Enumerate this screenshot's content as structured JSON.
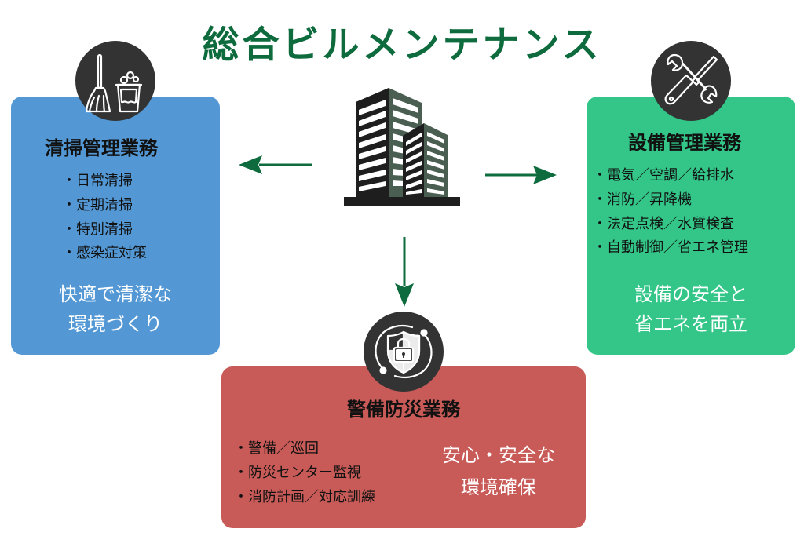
{
  "title": "総合ビルメンテナンス",
  "colors": {
    "title": "#0d6b3d",
    "arrow": "#0d6b3d",
    "cleaning_box": "#5398d4",
    "facility_box": "#33c688",
    "security_box": "#c85b58",
    "icon_circle": "#333333"
  },
  "center_icon": "office-building-icon",
  "sections": {
    "cleaning": {
      "icon": "broom-bucket-icon",
      "title": "清掃管理業務",
      "items": [
        "・日常清掃",
        "・定期清掃",
        "・特別清掃",
        "・感染症対策"
      ],
      "tagline": [
        "快適で清潔な",
        "環境づくり"
      ]
    },
    "facility": {
      "icon": "wrench-screwdriver-icon",
      "title": "設備管理業務",
      "items": [
        "・電気／空調／給排水",
        "・消防／昇降機",
        "・法定点検／水質検査",
        "・自動制御／省エネ管理"
      ],
      "tagline": [
        "設備の安全と",
        "省エネを両立"
      ]
    },
    "security": {
      "icon": "shield-lock-icon",
      "title": "警備防災業務",
      "items": [
        "・警備／巡回",
        "・防災センター監視",
        "・消防計画／対応訓練"
      ],
      "tagline": [
        "安心・安全な",
        "環境確保"
      ]
    }
  }
}
